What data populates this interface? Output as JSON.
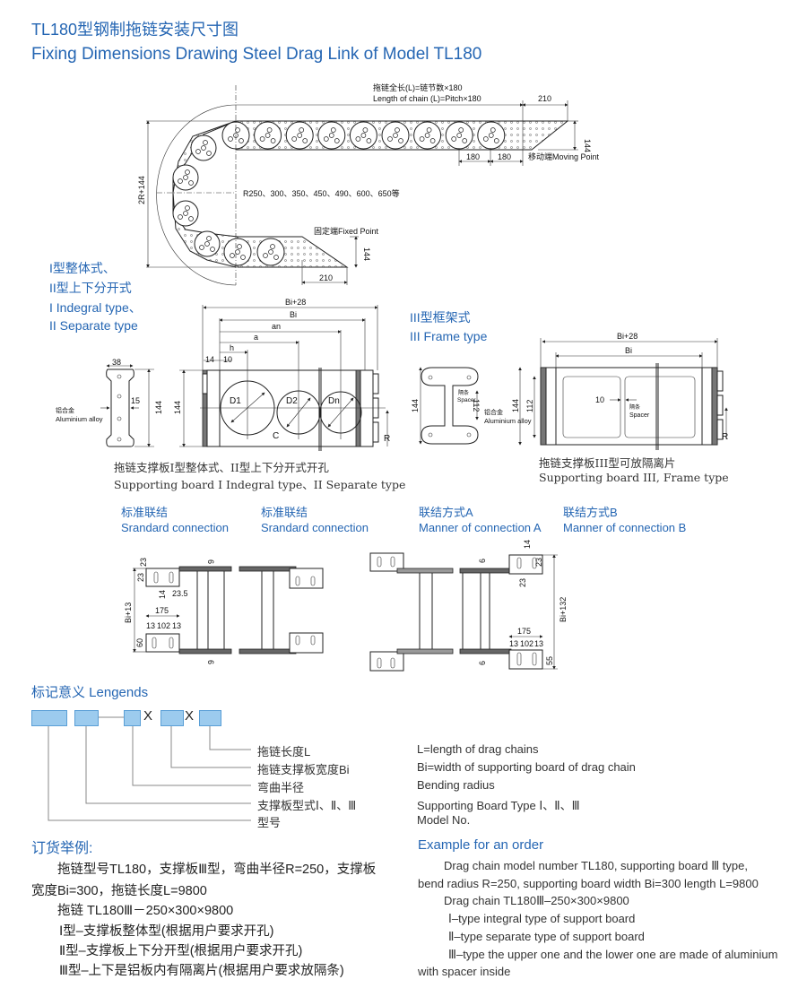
{
  "title": {
    "zh": "TL180型钢制拖链安装尺寸图",
    "en": "Fixing Dimensions Drawing Steel Drag Link of Model TL180"
  },
  "top_drawing": {
    "length_zh": "拖链全长(L)=链节数×180",
    "length_en": "Length of chain (L)=Pitch×180",
    "dim_210_top": "210",
    "dim_144_top": "144",
    "pitch_1": "180",
    "pitch_2": "180",
    "moving_point": "移动端Moving Point",
    "height": "2R+144",
    "radius": "R250、300、350、450、490、600、650等",
    "fixed_point": "固定端Fixed Point",
    "dim_144_bottom": "144",
    "dim_210_bottom": "210"
  },
  "type12": {
    "label_zh_1": "I型整体式、",
    "label_zh_2": "II型上下分开式",
    "label_en_1": "I Indegral type、",
    "label_en_2": "II Separate type",
    "profile": {
      "w": "38",
      "gap": "15",
      "h": "144",
      "mat_zh": "铝合金",
      "mat_en": "Aluminium alloy"
    },
    "board": {
      "bi28": "Bi+28",
      "bi": "Bi",
      "an": "an",
      "a": "a",
      "h": "h",
      "d14": "14",
      "d10": "10",
      "h144": "144",
      "d1": "D1",
      "d2": "D2",
      "dn": "Dn",
      "c": "C",
      "r": "R"
    },
    "caption_zh": "拖链支撑板I型整体式、II型上下分开式开孔",
    "caption_en": "Supporting board I Indegral type、II Separate type"
  },
  "type3": {
    "label_zh": "III型框架式",
    "label_en": "III Frame type",
    "profile": {
      "h": "144",
      "spacer_zh": "隔条",
      "spacer_en": "Spacer",
      "d112": "112",
      "mat_zh": "铝合金",
      "mat_en": "Aluminium alloy"
    },
    "board": {
      "bi28": "Bi+28",
      "bi": "Bi",
      "h144": "144",
      "d112": "112",
      "d10": "10",
      "spacer_zh": "隔条",
      "spacer_en": "Spacer",
      "r": "R"
    },
    "caption_zh": "拖链支撑板III型可放隔离片",
    "caption_en": "Supporting board III, Frame type"
  },
  "connections": [
    {
      "zh": "标准联结",
      "en": "Srandard connection"
    },
    {
      "zh": "标准联结",
      "en": "Srandard connection"
    },
    {
      "zh": "联结方式A",
      "en": "Manner of connection A"
    },
    {
      "zh": "联结方式B",
      "en": "Manner of connection B"
    }
  ],
  "conn_dims": {
    "std": {
      "a23": "23",
      "b23": "23",
      "d14": "14",
      "d235": "23.5",
      "bi13": "Bi+13",
      "d175": "175",
      "d13a": "13",
      "d102": "102",
      "d13b": "13",
      "d60": "60",
      "d6a": "6",
      "d6b": "6"
    },
    "ab": {
      "d14": "14",
      "a23": "23",
      "b23": "23",
      "d6a": "6",
      "d6b": "6",
      "bi132": "Bi+132",
      "d175": "175",
      "d13a": "13",
      "d102": "102",
      "d13b": "13",
      "d55": "55"
    }
  },
  "legend": {
    "heading": "标记意义  Lengends",
    "rows": [
      {
        "zh": "拖链长度L",
        "en": "L=length of drag chains"
      },
      {
        "zh": "拖链支撑板宽度Bi",
        "en": "Bi=width of supporting board of drag chain"
      },
      {
        "zh": "弯曲半径",
        "en": "Bending radius"
      },
      {
        "zh": "支撑板型式Ⅰ、Ⅱ、Ⅲ",
        "en": "Supporting Board Type Ⅰ、Ⅱ、Ⅲ"
      },
      {
        "zh": "型号",
        "en": "Model No."
      }
    ],
    "sep_x1": "X",
    "sep_x2": "X"
  },
  "order_zh": {
    "heading": "订货举例:",
    "lines": [
      "拖链型号TL180，支撑板Ⅲ型，弯曲半径R=250，支撑板",
      "宽度Bi=300，拖链长度L=9800",
      "拖链 TL180Ⅲ－250×300×9800",
      "Ⅰ型–支撑板整体型(根据用户要求开孔)",
      "Ⅱ型–支撑板上下分开型(根据用户要求开孔)",
      "Ⅲ型–上下是铝板内有隔离片(根据用户要求放隔条)"
    ]
  },
  "order_en": {
    "heading": "Example for an order",
    "lines": [
      "Drag chain model number TL180, supporting board Ⅲ type,",
      "bend radius R=250, supporting board width Bi=300 length L=9800",
      "Drag chain TL180Ⅲ–250×300×9800",
      "Ⅰ–type integral type of support board",
      "Ⅱ–type separate type of support board",
      "Ⅲ–type the upper one and the lower one are made of aluminium",
      "with spacer inside"
    ]
  },
  "colors": {
    "heading": "#2566b3",
    "legend_box": "#9ccbee"
  }
}
